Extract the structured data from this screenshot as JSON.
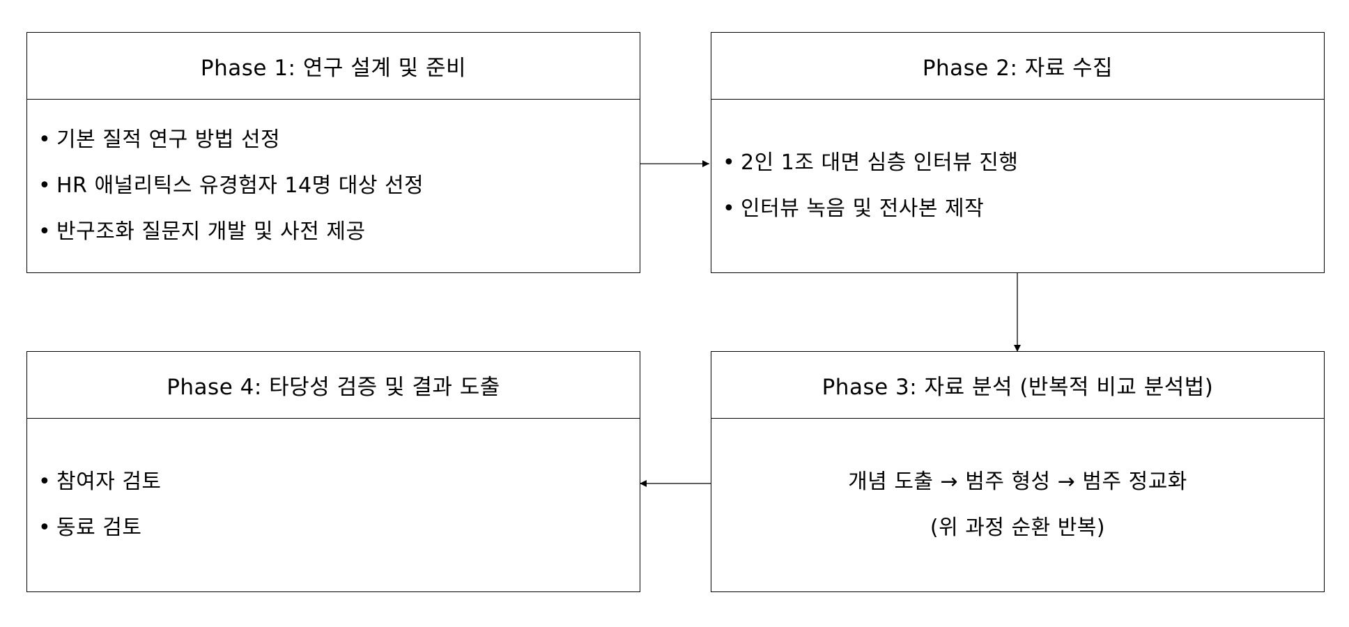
{
  "phase1": {
    "title": "Phase 1: 연구 설계 및 준비",
    "items": [
      "기본 질적 연구 방법 선정",
      "HR 애널리틱스 유경험자 14명 대상 선정",
      "반구조화 질문지 개발 및 사전 제공"
    ]
  },
  "phase2": {
    "title": "Phase 2: 자료 수집",
    "items": [
      "2인 1조 대면 심층 인터뷰 진행",
      "인터뷰 녹음 및 전사본 제작"
    ]
  },
  "phase3": {
    "title": "Phase 3: 자료 분석 (반복적 비교 분석법)",
    "lines": [
      "개념 도출 → 범주 형성 → 범주 정교화",
      "(위 과정 순환 반복)"
    ]
  },
  "phase4": {
    "title": "Phase 4: 타당성 검증 및 결과 도출",
    "items": [
      "참여자 검토",
      "동료 검토"
    ]
  },
  "bullet_glyph": "•"
}
